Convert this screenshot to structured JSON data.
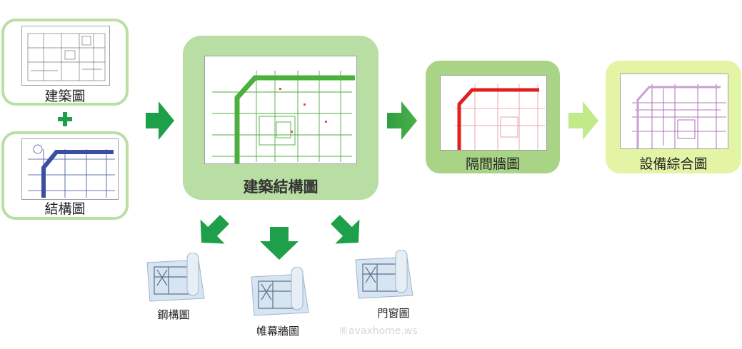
{
  "inputs": [
    {
      "label": "建築圖"
    },
    {
      "label": "結構圖"
    }
  ],
  "combine_symbol": "+",
  "main": {
    "label": "建築結構圖"
  },
  "partition": {
    "label": "隔間牆圖"
  },
  "equipment": {
    "label": "設備綜合圖"
  },
  "outputs": [
    {
      "label": "鋼構圖"
    },
    {
      "label": "帷幕牆圖"
    },
    {
      "label": "門窗圖"
    }
  ],
  "watermark": "®avaxhome.ws",
  "colors": {
    "outline_green": "#b9dfa4",
    "main_green": "#b8dea3",
    "partition_green": "#a9d486",
    "equipment_green": "#e3f5a4",
    "arrow_dark": "#1ea04a",
    "plan_green": "#4caf3f",
    "plan_red": "#e02020",
    "plan_blue": "#3a4fa0",
    "plan_purple": "#9a4fa5"
  },
  "icons": [
    "plus-icon",
    "arrow-right-icon",
    "arrow-down-icon",
    "blueprint-roll-icon"
  ]
}
